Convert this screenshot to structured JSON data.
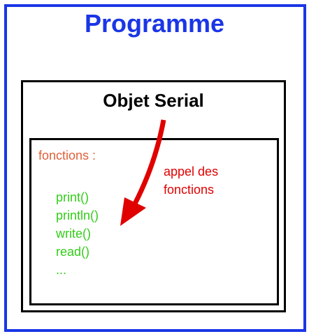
{
  "program": {
    "title": "Programme"
  },
  "serial_object": {
    "title": "Objet Serial"
  },
  "functions": {
    "label": "fonctions :",
    "items": [
      "print()",
      "println()",
      "write()",
      "read()",
      "..."
    ]
  },
  "call_note": {
    "line1": "appel des",
    "line2": "fonctions"
  },
  "colors": {
    "program_blue": "#1a36e6",
    "functions_label_orange": "#e0603a",
    "function_green": "#33cc1a",
    "arrow_red": "#e00000"
  }
}
